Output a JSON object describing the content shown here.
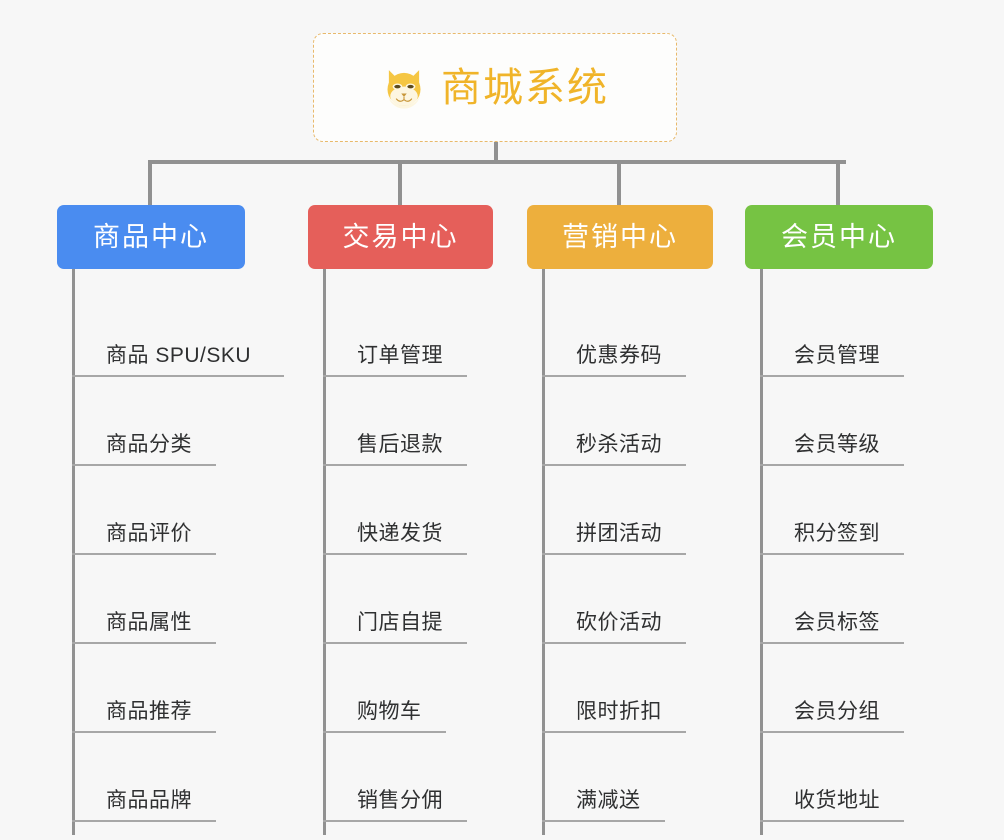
{
  "root": {
    "icon": "shiba-dog-face-icon",
    "title": "商城系统",
    "accent_color": "#f0b429",
    "border_color": "#e8b96b",
    "background": "#fdfdfc"
  },
  "canvas": {
    "background": "#f7f7f7",
    "connector_color": "#919191"
  },
  "columns": [
    {
      "id": "product-center",
      "label": "商品中心",
      "color": "#4a8cf0",
      "items": [
        "商品 SPU/SKU",
        "商品分类",
        "商品评价",
        "商品属性",
        "商品推荐",
        "商品品牌"
      ]
    },
    {
      "id": "trade-center",
      "label": "交易中心",
      "color": "#e55f5a",
      "items": [
        "订单管理",
        "售后退款",
        "快递发货",
        "门店自提",
        "购物车",
        "销售分佣"
      ]
    },
    {
      "id": "marketing-center",
      "label": "营销中心",
      "color": "#edaf3d",
      "items": [
        "优惠券码",
        "秒杀活动",
        "拼团活动",
        "砍价活动",
        "限时折扣",
        "满减送"
      ]
    },
    {
      "id": "member-center",
      "label": "会员中心",
      "color": "#76c343",
      "items": [
        "会员管理",
        "会员等级",
        "积分签到",
        "会员标签",
        "会员分组",
        "收货地址"
      ]
    }
  ]
}
